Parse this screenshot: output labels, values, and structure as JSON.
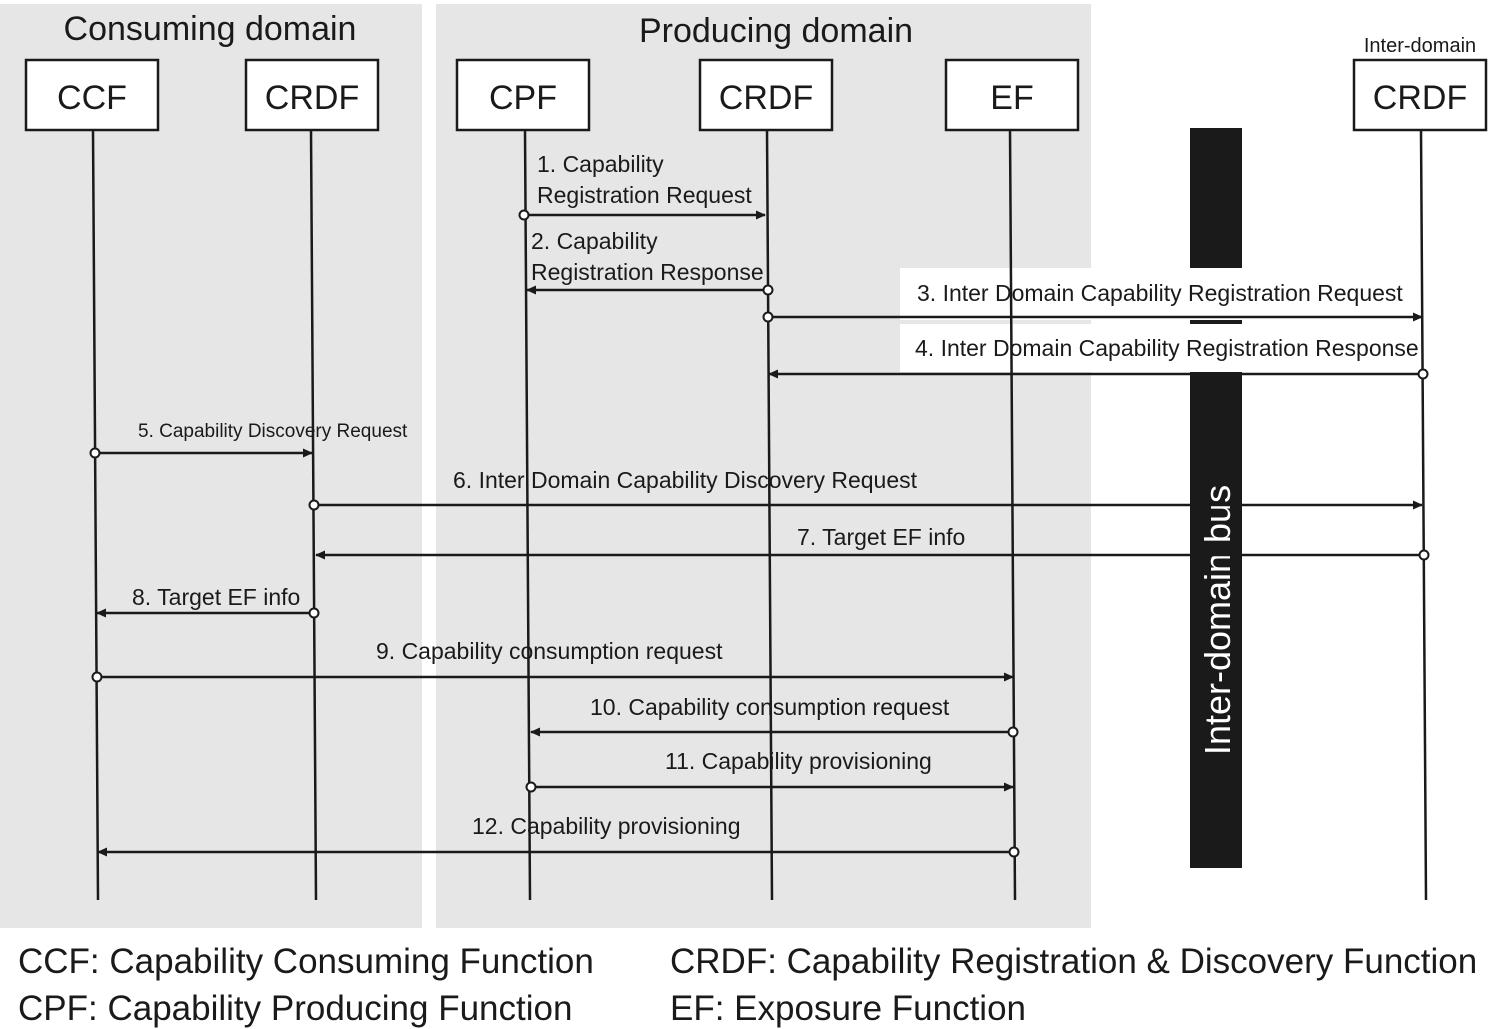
{
  "domains": {
    "consuming": "Consuming domain",
    "producing": "Producing domain",
    "inter_label": "Inter-domain"
  },
  "entities": {
    "ccf": "CCF",
    "crdf_consuming": "CRDF",
    "cpf": "CPF",
    "crdf_producing": "CRDF",
    "ef": "EF",
    "crdf_inter": "CRDF"
  },
  "bus_label": "Inter-domain bus",
  "messages": {
    "m1_line1": "1. Capability",
    "m1_line2": "Registration Request",
    "m2_line1": "2. Capability",
    "m2_line2": "Registration Response",
    "m3": "3. Inter Domain Capability Registration Request",
    "m4": "4. Inter Domain Capability Registration Response",
    "m5": "5. Capability Discovery Request",
    "m6": "6. Inter Domain Capability Discovery Request",
    "m7": "7. Target EF info",
    "m8": "8. Target EF info",
    "m9": "9. Capability consumption request",
    "m10": "10. Capability consumption request",
    "m11": "11. Capability provisioning",
    "m12": "12. Capability provisioning"
  },
  "legend": {
    "ccf": "CCF: Capability Consuming Function",
    "cpf": "CPF: Capability Producing Function",
    "crdf": "CRDF: Capability Registration & Discovery Function",
    "ef": "EF: Exposure Function"
  }
}
